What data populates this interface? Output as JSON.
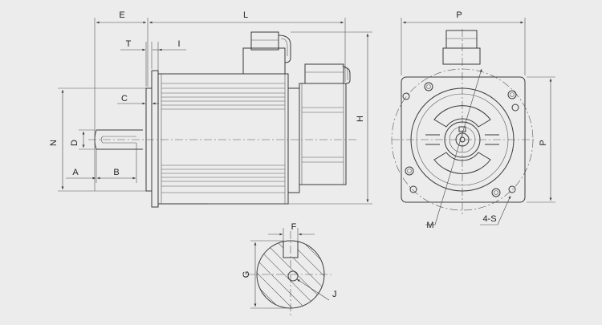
{
  "labels": {
    "E": "E",
    "L": "L",
    "T": "T",
    "I": "I",
    "C": "C",
    "N": "N",
    "D": "D",
    "A": "A",
    "B": "B",
    "H": "H",
    "P_top": "P",
    "P_side": "P",
    "M": "M",
    "S": "4-S",
    "F": "F",
    "G": "G",
    "J": "J"
  }
}
